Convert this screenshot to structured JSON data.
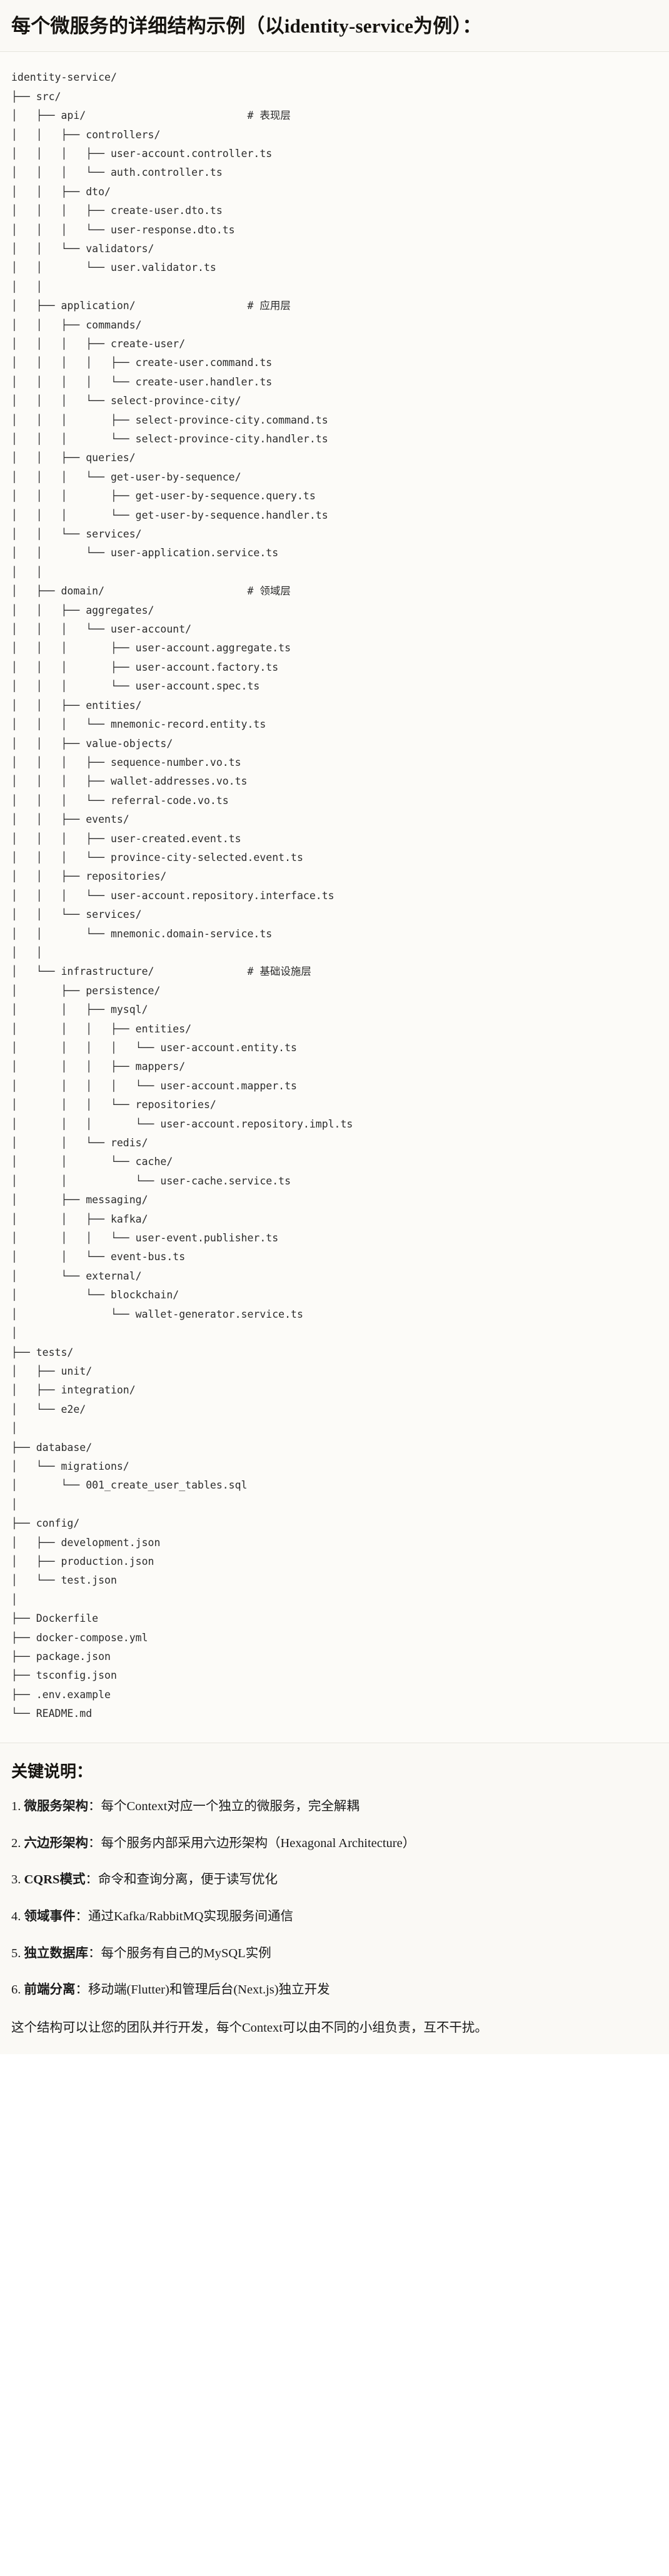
{
  "heading": {
    "title": "每个微服务的详细结构示例（以identity-service为例）："
  },
  "tree": {
    "root": "identity-service/",
    "text": "identity-service/\n├── src/\n│   ├── api/                          # 表现层\n│   │   ├── controllers/\n│   │   │   ├── user-account.controller.ts\n│   │   │   └── auth.controller.ts\n│   │   ├── dto/\n│   │   │   ├── create-user.dto.ts\n│   │   │   └── user-response.dto.ts\n│   │   └── validators/\n│   │       └── user.validator.ts\n│   │\n│   ├── application/                  # 应用层\n│   │   ├── commands/\n│   │   │   ├── create-user/\n│   │   │   │   ├── create-user.command.ts\n│   │   │   │   └── create-user.handler.ts\n│   │   │   └── select-province-city/\n│   │   │       ├── select-province-city.command.ts\n│   │   │       └── select-province-city.handler.ts\n│   │   ├── queries/\n│   │   │   └── get-user-by-sequence/\n│   │   │       ├── get-user-by-sequence.query.ts\n│   │   │       └── get-user-by-sequence.handler.ts\n│   │   └── services/\n│   │       └── user-application.service.ts\n│   │\n│   ├── domain/                       # 领域层\n│   │   ├── aggregates/\n│   │   │   └── user-account/\n│   │   │       ├── user-account.aggregate.ts\n│   │   │       ├── user-account.factory.ts\n│   │   │       └── user-account.spec.ts\n│   │   ├── entities/\n│   │   │   └── mnemonic-record.entity.ts\n│   │   ├── value-objects/\n│   │   │   ├── sequence-number.vo.ts\n│   │   │   ├── wallet-addresses.vo.ts\n│   │   │   └── referral-code.vo.ts\n│   │   ├── events/\n│   │   │   ├── user-created.event.ts\n│   │   │   └── province-city-selected.event.ts\n│   │   ├── repositories/\n│   │   │   └── user-account.repository.interface.ts\n│   │   └── services/\n│   │       └── mnemonic.domain-service.ts\n│   │\n│   └── infrastructure/               # 基础设施层\n│       ├── persistence/\n│       │   ├── mysql/\n│       │   │   ├── entities/\n│       │   │   │   └── user-account.entity.ts\n│       │   │   ├── mappers/\n│       │   │   │   └── user-account.mapper.ts\n│       │   │   └── repositories/\n│       │   │       └── user-account.repository.impl.ts\n│       │   └── redis/\n│       │       └── cache/\n│       │           └── user-cache.service.ts\n│       ├── messaging/\n│       │   ├── kafka/\n│       │   │   └── user-event.publisher.ts\n│       │   └── event-bus.ts\n│       └── external/\n│           └── blockchain/\n│               └── wallet-generator.service.ts\n│\n├── tests/\n│   ├── unit/\n│   ├── integration/\n│   └── e2e/\n│\n├── database/\n│   └── migrations/\n│       └── 001_create_user_tables.sql\n│\n├── config/\n│   ├── development.json\n│   ├── production.json\n│   └── test.json\n│\n├── Dockerfile\n├── docker-compose.yml\n├── package.json\n├── tsconfig.json\n├── .env.example\n└── README.md",
    "layer_comments": [
      "# 表现层",
      "# 应用层",
      "# 领域层",
      "# 基础设施层"
    ]
  },
  "notes": {
    "title": "关键说明：",
    "items": [
      {
        "term": "微服务架构",
        "separator": "：",
        "desc": "每个Context对应一个独立的微服务，完全解耦"
      },
      {
        "term": "六边形架构",
        "separator": "：",
        "desc": "每个服务内部采用六边形架构（Hexagonal Architecture）"
      },
      {
        "term": "CQRS模式",
        "separator": "：",
        "desc": "命令和查询分离，便于读写优化"
      },
      {
        "term": "领域事件",
        "separator": "：",
        "desc": "通过Kafka/RabbitMQ实现服务间通信"
      },
      {
        "term": "独立数据库",
        "separator": "：",
        "desc": "每个服务有自己的MySQL实例"
      },
      {
        "term": "前端分离",
        "separator": "：",
        "desc": "移动端(Flutter)和管理后台(Next.js)独立开发"
      }
    ],
    "closing": "这个结构可以让您的团队并行开发，每个Context可以由不同的小组负责，互不干扰。"
  }
}
